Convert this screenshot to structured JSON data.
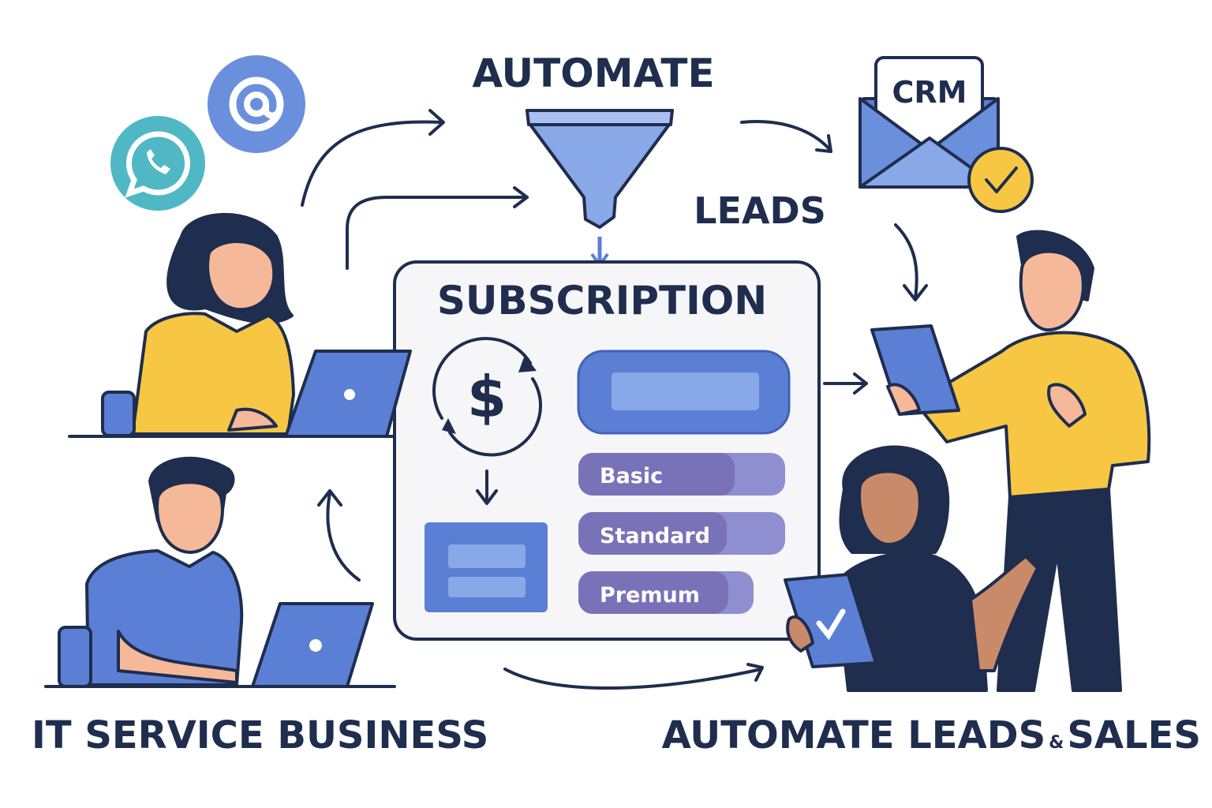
{
  "headings": {
    "automate": "AUTOMATE",
    "leads": "LEADS",
    "subscription": "SUBSCRIPTION",
    "it_service_business": "IT SERVICE BUSINESS",
    "automate_leads": "AUTOMATE LEADS",
    "ampersand": "&",
    "sales": "SALES"
  },
  "crm": {
    "label": "CRM"
  },
  "subscription_card": {
    "currency_symbol": "$",
    "plans": [
      "Basic",
      "Standard",
      "Premum"
    ]
  },
  "icons": [
    "whatsapp-icon",
    "email-at-icon",
    "funnel-icon",
    "envelope-icon",
    "checkmark-badge-icon",
    "recurring-dollar-icon",
    "laptop-icon",
    "tablet-icon"
  ],
  "colors": {
    "navy": "#1f2d4e",
    "blue": "#5b7fd4",
    "light_blue": "#89a8e8",
    "yellow": "#f7c744",
    "teal": "#4fb8c4",
    "purple": "#7a72b8",
    "skin": "#f5b99a"
  }
}
